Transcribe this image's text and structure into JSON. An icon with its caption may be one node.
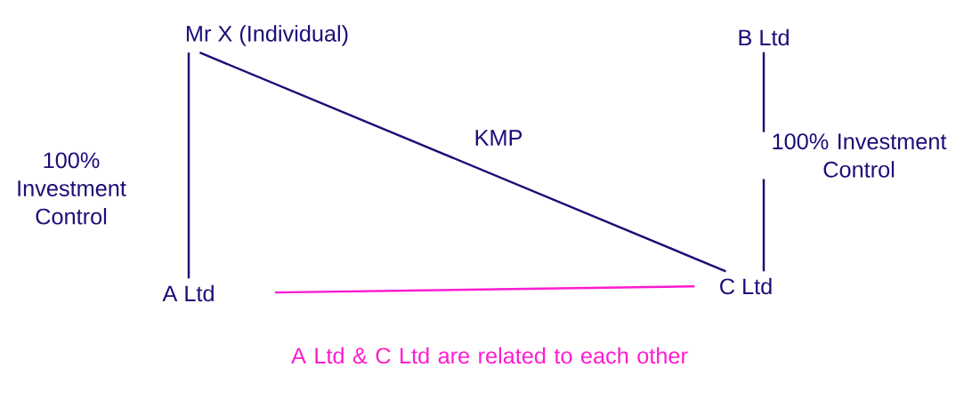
{
  "diagram": {
    "nodes": [
      {
        "text": [
          "Mr X (Individual)"
        ]
      },
      {
        "text": [
          "B Ltd"
        ]
      },
      {
        "text": [
          "A Ltd"
        ]
      },
      {
        "text": [
          "C Ltd"
        ]
      }
    ],
    "edges": [
      {
        "from": 0,
        "to": 2,
        "arrow": "none",
        "label": "100% Investment Control"
      },
      {
        "from": 0,
        "to": 3,
        "arrow": "none",
        "label": "KMP"
      },
      {
        "from": 1,
        "to": 3,
        "arrow": "none",
        "label": "100% Investment Control"
      },
      {
        "from": 2,
        "to": 3,
        "arrow": "none",
        "label": "A Ltd & C Ltd are related to each other",
        "color": "#ff1ad1"
      }
    ]
  }
}
